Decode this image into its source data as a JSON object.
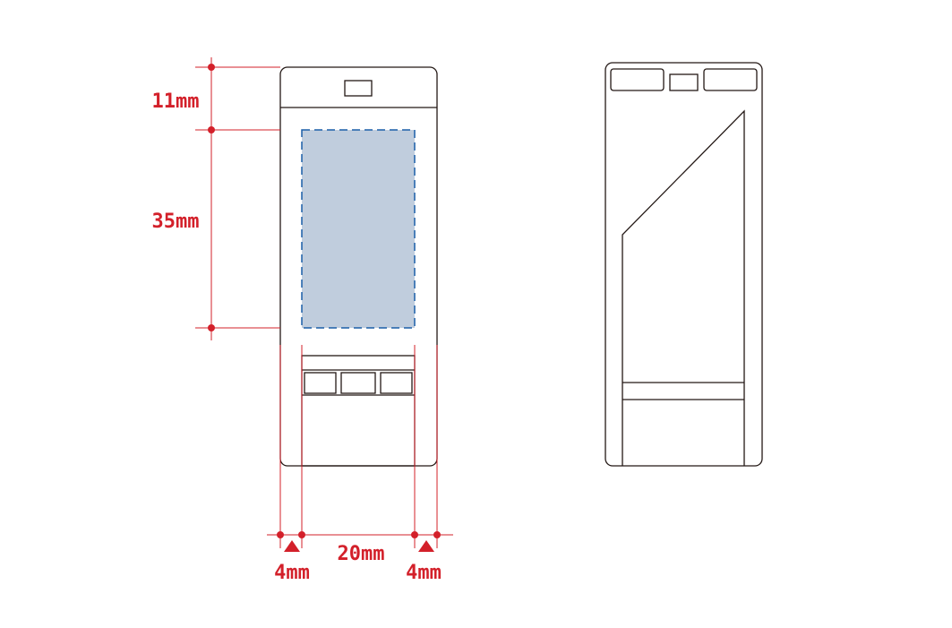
{
  "colors": {
    "dimension": "#d3202a",
    "outline": "#231815",
    "print_area_fill": "#c0cddd",
    "print_area_border": "#1a5ea8",
    "background": "#ffffff"
  },
  "dimensions": {
    "top_band": "11mm",
    "print_height": "35mm",
    "print_width": "20mm",
    "left_margin": "4mm",
    "right_margin": "4mm"
  },
  "views": [
    "front",
    "back"
  ]
}
